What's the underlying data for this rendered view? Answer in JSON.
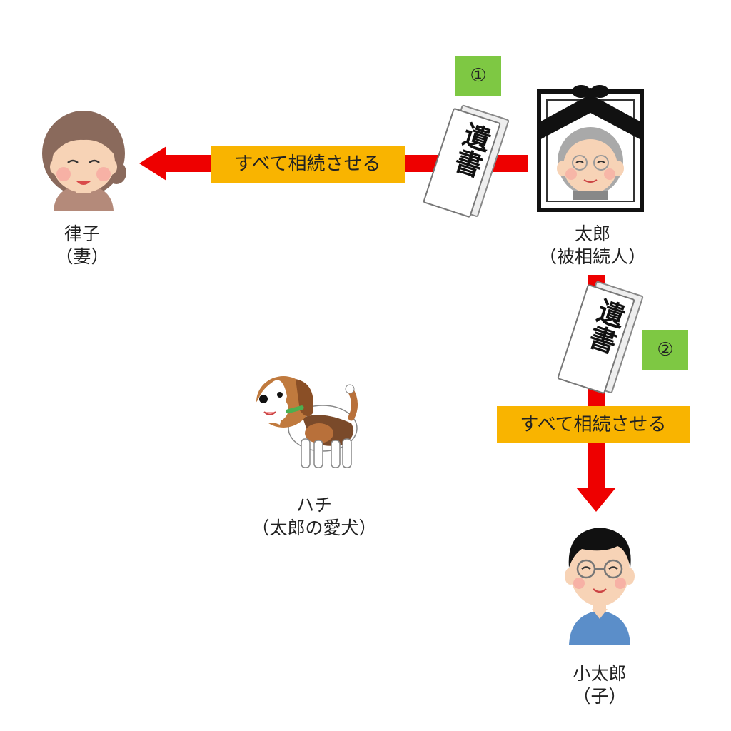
{
  "persons": {
    "wife": {
      "name": "律子",
      "relation": "（妻）"
    },
    "deceased": {
      "name": "太郎",
      "relation": "（被相続人）"
    },
    "child": {
      "name": "小太郎",
      "relation": "（子）"
    },
    "dog": {
      "name": "ハチ",
      "relation": "（太郎の愛犬）"
    }
  },
  "arrows": {
    "first": {
      "number": "①",
      "label": "すべて相続させる",
      "document": "遺書"
    },
    "second": {
      "number": "②",
      "label": "すべて相続させる",
      "document": "遺書"
    }
  },
  "colors": {
    "arrow": "#ee0000",
    "label_bg": "#f9b400",
    "number_bg": "#7ec843"
  }
}
